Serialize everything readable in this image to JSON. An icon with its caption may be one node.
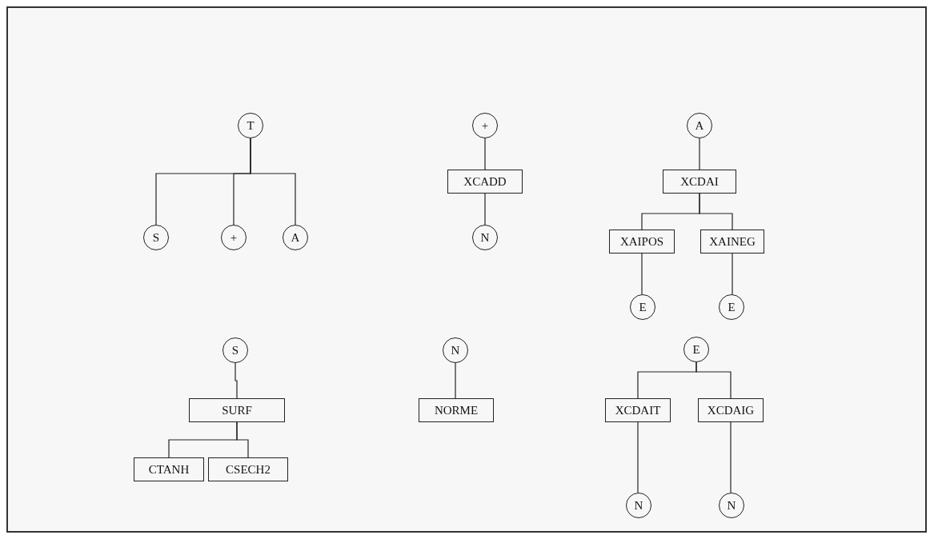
{
  "diagram": {
    "nodes": [
      {
        "text": [
          "T"
        ]
      },
      {
        "text": [
          "S"
        ]
      },
      {
        "text": [
          "+"
        ]
      },
      {
        "text": [
          "A"
        ]
      },
      {
        "text": [
          "+"
        ]
      },
      {
        "text": [
          "XCADD"
        ]
      },
      {
        "text": [
          "N"
        ]
      },
      {
        "text": [
          "A"
        ]
      },
      {
        "text": [
          "XCDAI"
        ]
      },
      {
        "text": [
          "XAIPOS"
        ]
      },
      {
        "text": [
          "XAINEG"
        ]
      },
      {
        "text": [
          "E"
        ]
      },
      {
        "text": [
          "E"
        ]
      },
      {
        "text": [
          "S"
        ]
      },
      {
        "text": [
          "SURF"
        ]
      },
      {
        "text": [
          "CTANH"
        ]
      },
      {
        "text": [
          "CSECH2"
        ]
      },
      {
        "text": [
          "N"
        ]
      },
      {
        "text": [
          "NORME"
        ]
      },
      {
        "text": [
          "E"
        ]
      },
      {
        "text": [
          "XCDAIT"
        ]
      },
      {
        "text": [
          "XCDAIG"
        ]
      },
      {
        "text": [
          "N"
        ]
      },
      {
        "text": [
          "N"
        ]
      }
    ],
    "edges": [
      {
        "from": 0,
        "to": 1,
        "arrow": "none"
      },
      {
        "from": 0,
        "to": 2,
        "arrow": "none"
      },
      {
        "from": 0,
        "to": 3,
        "arrow": "none"
      },
      {
        "from": 4,
        "to": 5,
        "arrow": "none"
      },
      {
        "from": 5,
        "to": 6,
        "arrow": "none"
      },
      {
        "from": 7,
        "to": 8,
        "arrow": "none"
      },
      {
        "from": 8,
        "to": 9,
        "arrow": "none"
      },
      {
        "from": 8,
        "to": 10,
        "arrow": "none"
      },
      {
        "from": 9,
        "to": 11,
        "arrow": "none"
      },
      {
        "from": 10,
        "to": 12,
        "arrow": "none"
      },
      {
        "from": 13,
        "to": 14,
        "arrow": "none"
      },
      {
        "from": 14,
        "to": 15,
        "arrow": "none"
      },
      {
        "from": 14,
        "to": 16,
        "arrow": "none"
      },
      {
        "from": 17,
        "to": 18,
        "arrow": "none"
      },
      {
        "from": 19,
        "to": 20,
        "arrow": "none"
      },
      {
        "from": 19,
        "to": 21,
        "arrow": "none"
      },
      {
        "from": 20,
        "to": 22,
        "arrow": "none"
      },
      {
        "from": 21,
        "to": 23,
        "arrow": "none"
      }
    ]
  }
}
